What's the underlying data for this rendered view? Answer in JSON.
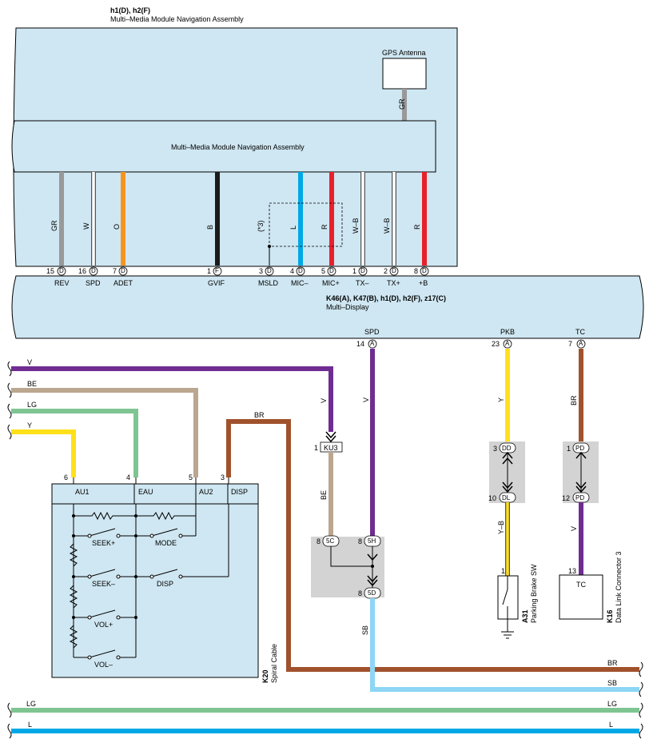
{
  "colors": {
    "panel": "#cfe7f2",
    "gray_box": "#d3d3d3",
    "wire_violet": "#6f2c91",
    "wire_tan": "#bba78f",
    "wire_green": "#7ec592",
    "wire_yellow": "#ffe01b",
    "wire_brown": "#a0522d",
    "wire_skyblue": "#8dd6f5",
    "wire_blue": "#00a8e6",
    "wire_red": "#e8202a",
    "wire_orange": "#f7941d",
    "wire_gray": "#999999",
    "wire_black": "#1a1a1a"
  },
  "nav": {
    "ref": "h1(D), h2(F)",
    "title": "Multi–Media Module Navigation Assembly",
    "inner_title": "Multi–Media Module Navigation Assembly",
    "gps_label": "GPS Antenna",
    "gps_wire": "GR",
    "wires": [
      "GR",
      "W",
      "O",
      "B",
      "(*3)",
      "L",
      "R",
      "W–B",
      "W–B",
      "R"
    ]
  },
  "display": {
    "ref": "K46(A), K47(B), h1(D), h2(F), z17(C)",
    "name": "Multi–Display",
    "pins": [
      {
        "num": "15",
        "conn": "D",
        "label": "REV"
      },
      {
        "num": "16",
        "conn": "D",
        "label": "SPD"
      },
      {
        "num": "7",
        "conn": "D",
        "label": "ADET"
      },
      {
        "num": "1",
        "conn": "F",
        "label": "GVIF"
      },
      {
        "num": "3",
        "conn": "D",
        "label": "MSLD"
      },
      {
        "num": "4",
        "conn": "D",
        "label": "MIC–"
      },
      {
        "num": "5",
        "conn": "D",
        "label": "MIC+"
      },
      {
        "num": "1",
        "conn": "D",
        "label": "TX–"
      },
      {
        "num": "2",
        "conn": "D",
        "label": "TX+"
      },
      {
        "num": "8",
        "conn": "D",
        "label": "+B"
      }
    ],
    "lower_pins": [
      {
        "label": "SPD",
        "num": "14",
        "conn": "A",
        "wire": "V"
      },
      {
        "label": "PKB",
        "num": "23",
        "conn": "A",
        "wire": "Y"
      },
      {
        "label": "TC",
        "num": "7",
        "conn": "A",
        "wire": "BR"
      }
    ]
  },
  "left_wires": [
    "V",
    "BE",
    "LG",
    "Y"
  ],
  "br_top": "BR",
  "spiral": {
    "pins": [
      {
        "num": "6",
        "label": "AU1"
      },
      {
        "num": "4",
        "label": "EAU"
      },
      {
        "num": "5",
        "label": "AU2"
      },
      {
        "num": "3",
        "label": "DISP"
      }
    ],
    "switches": [
      "SEEK+",
      "MODE",
      "SEEK–",
      "DISP",
      "VOL+",
      "VOL–"
    ],
    "ref": "K20",
    "name": "Spiral Cable"
  },
  "ku3": {
    "num": "1",
    "label": "KU3",
    "wire_v": "V",
    "wire_be": "BE"
  },
  "junction": {
    "j1": {
      "num": "8",
      "label": "5C"
    },
    "j2": {
      "num": "8",
      "label": "5H"
    },
    "j3": {
      "num": "8",
      "label": "5D"
    },
    "wire_sb": "SB"
  },
  "pkb_joint": {
    "top": {
      "num": "3",
      "label": "DD"
    },
    "bottom": {
      "num": "10",
      "label": "DL"
    },
    "wire": "Y–B",
    "pin": "1"
  },
  "parking": {
    "ref": "A31",
    "name": "Parking Brake SW"
  },
  "tc_joint": {
    "top": {
      "num": "1",
      "label": "PD"
    },
    "bottom": {
      "num": "12",
      "label": "PD"
    },
    "wire": "V",
    "pin": "13",
    "box_label": "TC"
  },
  "dlc": {
    "ref": "K16",
    "name": "Data Link Connector 3"
  },
  "bottom_wires": [
    {
      "left": "",
      "right": "BR"
    },
    {
      "left": "",
      "right": "SB"
    },
    {
      "left": "LG",
      "right": "LG"
    },
    {
      "left": "L",
      "right": "L"
    }
  ]
}
